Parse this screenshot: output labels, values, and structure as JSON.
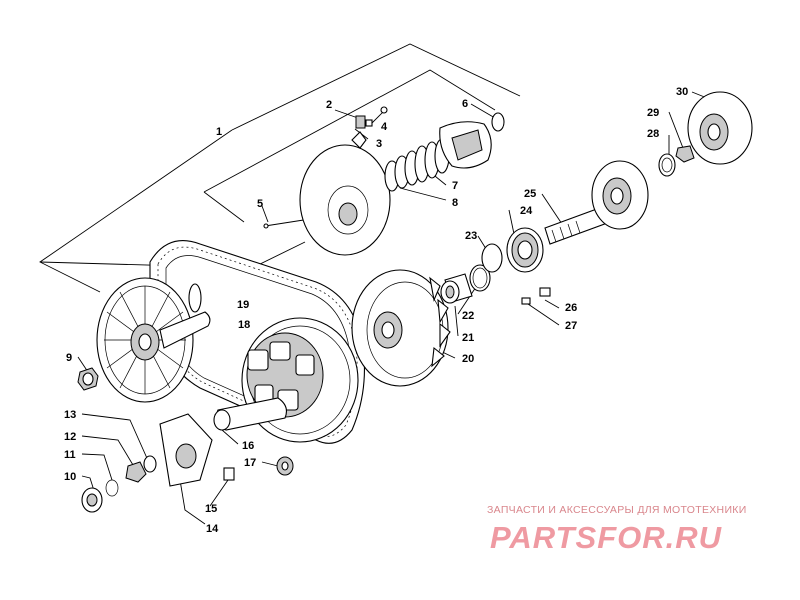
{
  "diagram": {
    "callouts": [
      "1",
      "2",
      "3",
      "4",
      "5",
      "6",
      "7",
      "8",
      "9",
      "10",
      "11",
      "12",
      "13",
      "14",
      "15",
      "16",
      "17",
      "18",
      "19",
      "20",
      "21",
      "22",
      "23",
      "24",
      "25",
      "26",
      "27",
      "28",
      "29",
      "30"
    ]
  },
  "watermark": {
    "caption": "ЗАПЧАСТИ И АКСЕССУАРЫ ДЛЯ МОТОТЕХНИКИ",
    "logo": "PARTSFOR.RU",
    "color": "#ef9aa2"
  }
}
